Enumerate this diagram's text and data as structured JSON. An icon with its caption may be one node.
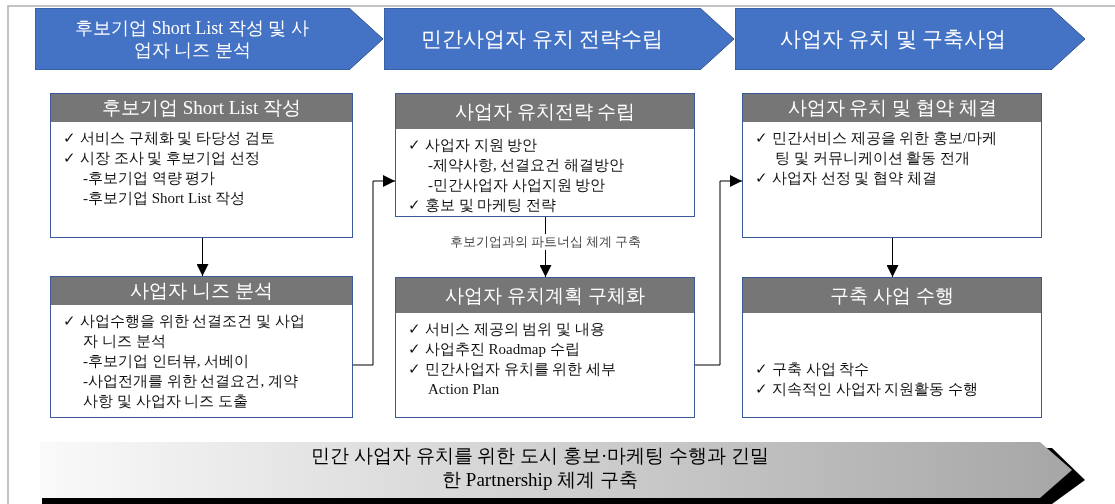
{
  "diagram": {
    "nodes": [
      {
        "text": [
          "후보기업 Short List 작성 및 사업자 니즈 분석"
        ]
      },
      {
        "text": [
          "민간사업자 유치 전략수립"
        ]
      },
      {
        "text": [
          "사업자 유치 및 구축사업"
        ]
      },
      {
        "text": [
          "후보기업 Short List 작성",
          "✓ 서비스 구체화 및 타당성 검토",
          "✓ 시장 조사 및 후보기업 선정",
          "-후보기업 역량 평가",
          "-후보기업 Short List 작성"
        ]
      },
      {
        "text": [
          "사업자 니즈 분석",
          "✓ 사업수행을 위한 선결조건 및 사업자 니즈 분석",
          "-후보기업 인터뷰, 서베이",
          "-사업전개를 위한 선결요건, 계약사항 및 사업자 니즈 도출"
        ]
      },
      {
        "text": [
          "사업자 유치전략 수립",
          "✓ 사업자 지원 방안",
          "-제약사항, 선결요건 해결방안",
          "-민간사업자 사업지원 방안",
          "✓ 홍보 및 마케팅 전략"
        ]
      },
      {
        "text": [
          "사업자 유치계획 구체화",
          "✓ 서비스 제공의 범위 및 내용",
          "✓ 사업추진 Roadmap 수립",
          "✓ 민간사업자 유치를 위한 세부 Action Plan"
        ]
      },
      {
        "text": [
          "사업자 유치 및 협약 체결",
          "✓ 민간서비스 제공을 위한 홍보/마케팅 및 커뮤니케이션 활동 전개",
          "✓ 사업자 선정 및 협약 체결"
        ]
      },
      {
        "text": [
          "구축 사업 수행",
          "✓ 구축 사업 착수",
          "✓ 지속적인 사업자 지원활동 수행"
        ]
      },
      {
        "text": [
          "민간 사업자 유치를 위한 도시 홍보·마케팅 수행과 긴밀한 Partnership 체계 구축"
        ]
      }
    ],
    "edges": [
      {
        "from": 3,
        "to": 4,
        "arrow": "to"
      },
      {
        "from": 4,
        "to": 5,
        "arrow": "to"
      },
      {
        "from": 5,
        "to": 6,
        "arrow": "to",
        "label": "후보기업과의 파트너십 체계 구축"
      },
      {
        "from": 6,
        "to": 7,
        "arrow": "to"
      },
      {
        "from": 7,
        "to": 8,
        "arrow": "to"
      }
    ]
  }
}
